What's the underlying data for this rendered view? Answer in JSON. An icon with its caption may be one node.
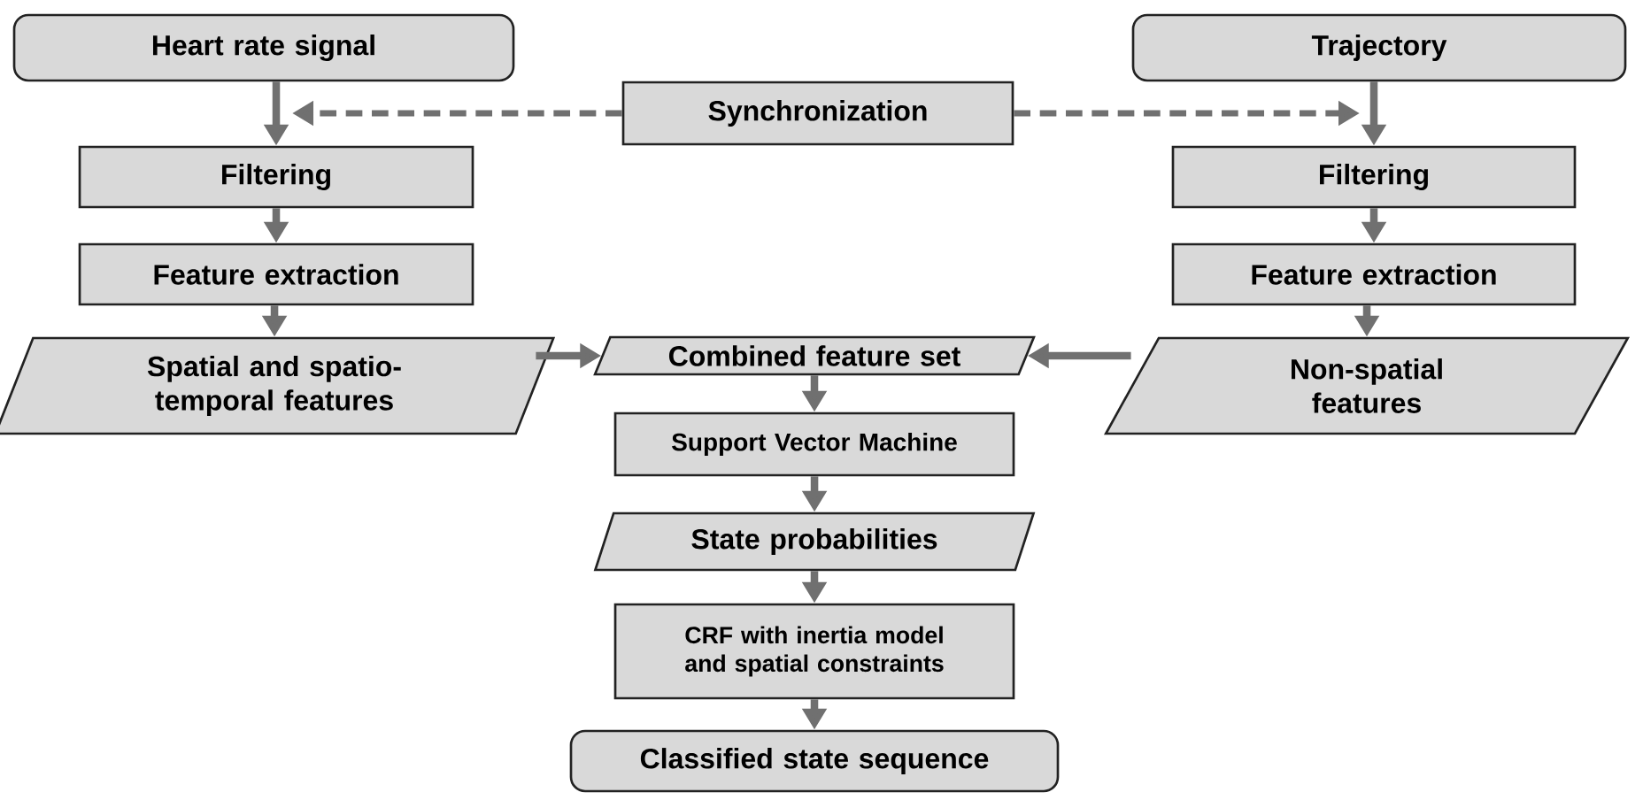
{
  "diagram": {
    "nodes": [
      {
        "text": [
          "Heart rate signal"
        ]
      },
      {
        "text": [
          "Trajectory"
        ]
      },
      {
        "text": [
          "Synchronization"
        ]
      },
      {
        "text": [
          "Filtering"
        ]
      },
      {
        "text": [
          "Filtering"
        ]
      },
      {
        "text": [
          "Feature extraction"
        ]
      },
      {
        "text": [
          "Feature extraction"
        ]
      },
      {
        "text": [
          "Spatial and spatio-temporal features"
        ]
      },
      {
        "text": [
          "Combined feature set"
        ]
      },
      {
        "text": [
          "Non-spatial features"
        ]
      },
      {
        "text": [
          "Support Vector Machine"
        ]
      },
      {
        "text": [
          "State probabilities"
        ]
      },
      {
        "text": [
          "CRF with inertia model and spatial constraints"
        ]
      },
      {
        "text": [
          "Classified state sequence"
        ]
      }
    ],
    "edges": [
      {
        "from": 0,
        "to": 3,
        "arrow": "to"
      },
      {
        "from": 1,
        "to": 4,
        "arrow": "to"
      },
      {
        "from": 2,
        "to": null,
        "arrow": "to",
        "style": "dashed"
      },
      {
        "from": 2,
        "to": null,
        "arrow": "to",
        "style": "dashed"
      },
      {
        "from": 3,
        "to": 5,
        "arrow": "to"
      },
      {
        "from": 4,
        "to": 6,
        "arrow": "to"
      },
      {
        "from": 5,
        "to": 7,
        "arrow": "to"
      },
      {
        "from": 6,
        "to": 9,
        "arrow": "to"
      },
      {
        "from": 7,
        "to": 8,
        "arrow": "to"
      },
      {
        "from": 9,
        "to": 8,
        "arrow": "to"
      },
      {
        "from": 8,
        "to": 10,
        "arrow": "to"
      },
      {
        "from": 10,
        "to": 11,
        "arrow": "to"
      },
      {
        "from": 11,
        "to": 12,
        "arrow": "to"
      },
      {
        "from": 12,
        "to": 13,
        "arrow": "to"
      }
    ]
  }
}
